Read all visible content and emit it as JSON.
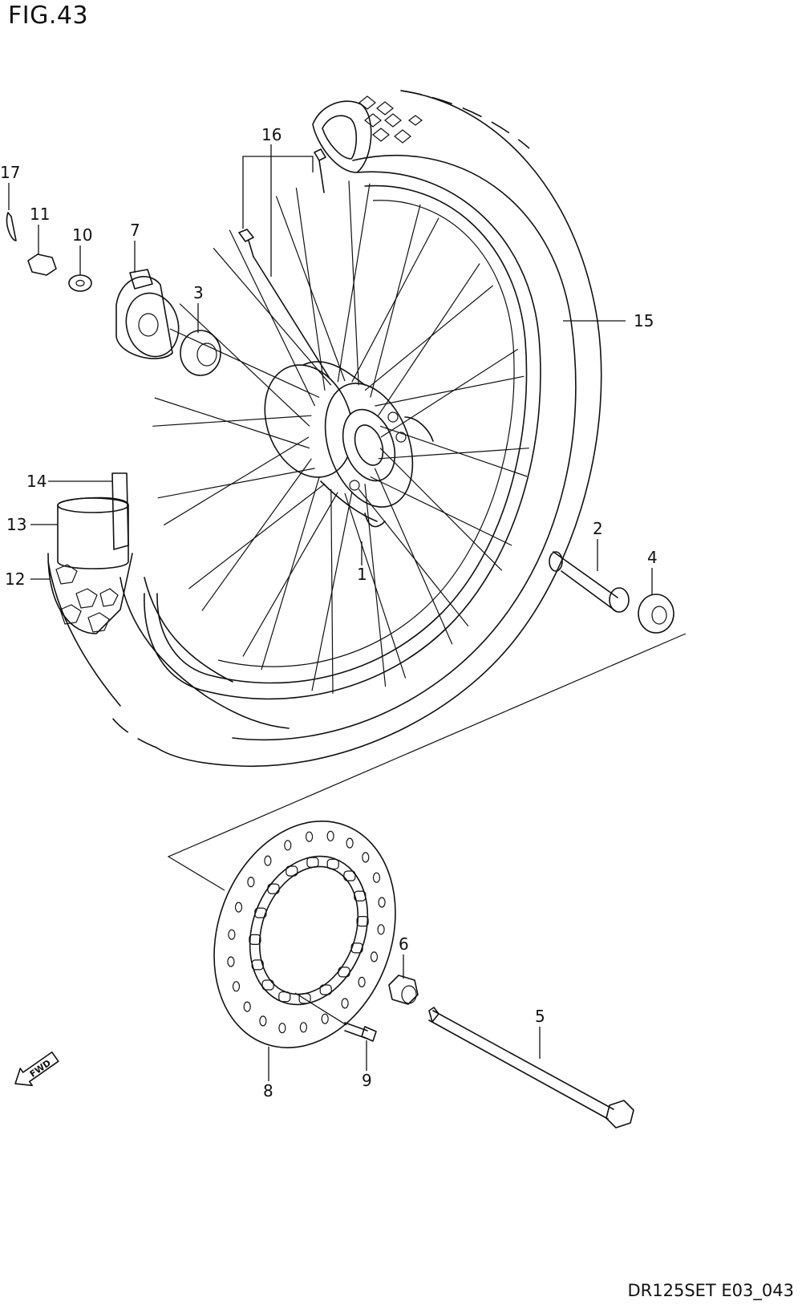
{
  "figure_title": "FIG.43",
  "diagram_code": "DR125SET E03_043",
  "fwd_label": "FWD",
  "callouts": [
    {
      "id": "1",
      "label": "1"
    },
    {
      "id": "2",
      "label": "2"
    },
    {
      "id": "3",
      "label": "3"
    },
    {
      "id": "4",
      "label": "4"
    },
    {
      "id": "5",
      "label": "5"
    },
    {
      "id": "6",
      "label": "6"
    },
    {
      "id": "7",
      "label": "7"
    },
    {
      "id": "8",
      "label": "8"
    },
    {
      "id": "9",
      "label": "9"
    },
    {
      "id": "10",
      "label": "10"
    },
    {
      "id": "11",
      "label": "11"
    },
    {
      "id": "12",
      "label": "12"
    },
    {
      "id": "13",
      "label": "13"
    },
    {
      "id": "14",
      "label": "14"
    },
    {
      "id": "15",
      "label": "15"
    },
    {
      "id": "16",
      "label": "16"
    },
    {
      "id": "17",
      "label": "17"
    }
  ]
}
